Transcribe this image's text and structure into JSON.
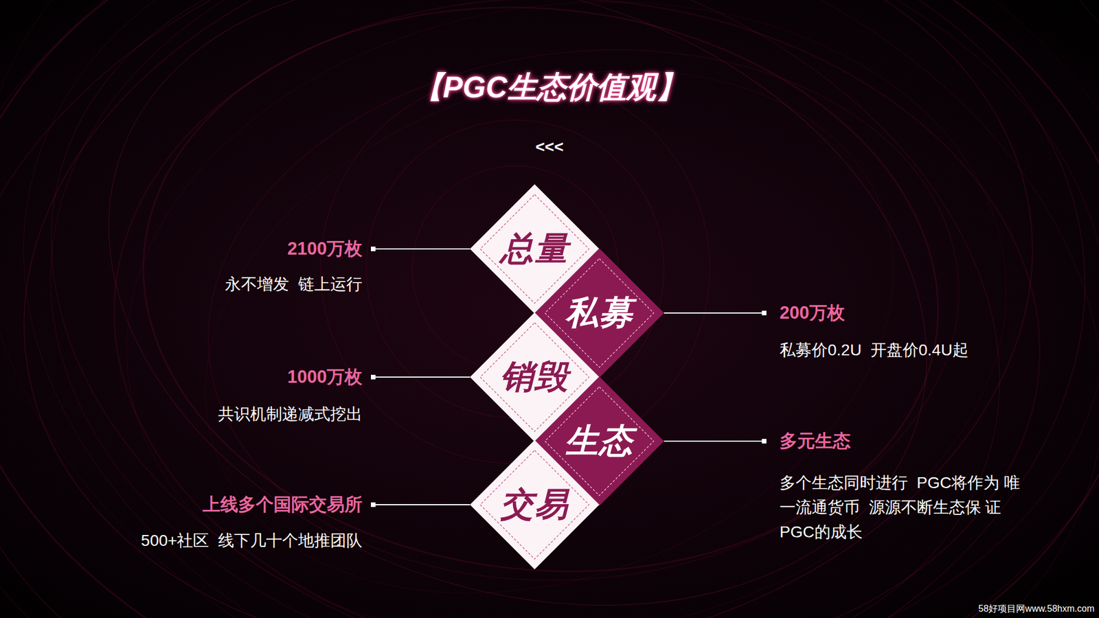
{
  "diagram": {
    "title": "【PGC生态价值观】",
    "nodes": [
      {
        "text": [
          "总量"
        ]
      },
      {
        "text": [
          "私募"
        ]
      },
      {
        "text": [
          "销毁"
        ]
      },
      {
        "text": [
          "生态"
        ]
      },
      {
        "text": [
          "交易"
        ]
      }
    ],
    "labels": [
      "<<<",
      "2100万枚",
      "永不增发  链上运行",
      "200万枚",
      "私募价0.2U  开盘价0.4U起",
      "1000万枚",
      "共识机制递减式挖出",
      "多元生态",
      "多个生态同时进行  PGC将作为 唯一流通货币  源源不断生态保 证PGC的成长",
      "上线多个国际交易所",
      "500+社区  线下几十个地推团队",
      "58好项目网www.58hxm.com"
    ]
  }
}
